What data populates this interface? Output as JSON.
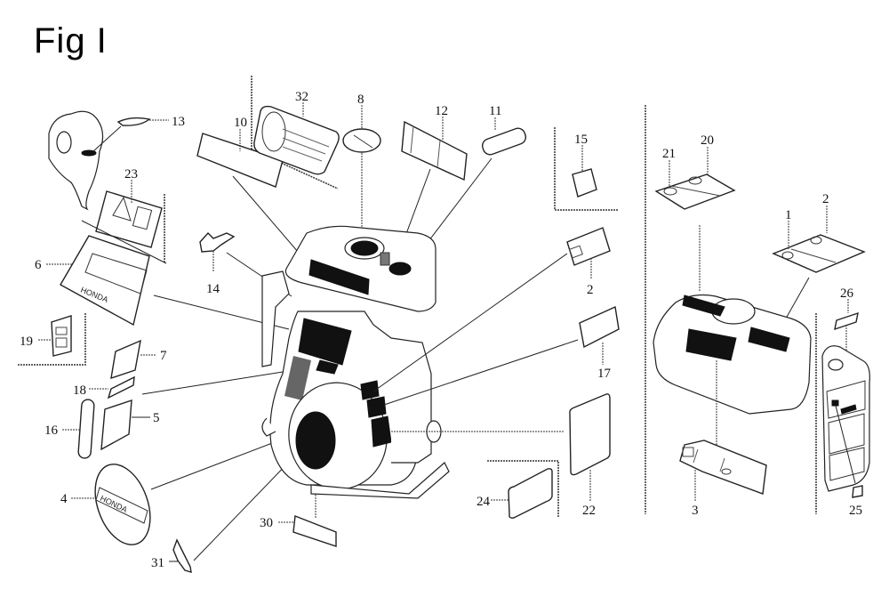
{
  "figure": {
    "title": "Fig I",
    "brand_text": "HONDA"
  },
  "callouts": [
    {
      "id": "1",
      "part": "decal-1"
    },
    {
      "id": "2",
      "part": "decal-2"
    },
    {
      "id": "3",
      "part": "decal-3"
    },
    {
      "id": "4",
      "part": "honda-emblem"
    },
    {
      "id": "5",
      "part": "label-5"
    },
    {
      "id": "6",
      "part": "honda-panel-label"
    },
    {
      "id": "7",
      "part": "label-7"
    },
    {
      "id": "8",
      "part": "fuel-cap-ring"
    },
    {
      "id": "10",
      "part": "tank-label-10"
    },
    {
      "id": "11",
      "part": "oval-label-11"
    },
    {
      "id": "12",
      "part": "tank-label-12"
    },
    {
      "id": "13",
      "part": "carburetor-label-13"
    },
    {
      "id": "14",
      "part": "arrow-label-14"
    },
    {
      "id": "15",
      "part": "label-15"
    },
    {
      "id": "16",
      "part": "strip-label-16"
    },
    {
      "id": "17",
      "part": "label-17"
    },
    {
      "id": "18",
      "part": "label-18"
    },
    {
      "id": "19",
      "part": "label-19"
    },
    {
      "id": "20",
      "part": "decal-20"
    },
    {
      "id": "21",
      "part": "decal-21"
    },
    {
      "id": "22",
      "part": "label-22"
    },
    {
      "id": "23",
      "part": "warning-label-23"
    },
    {
      "id": "24",
      "part": "label-24"
    },
    {
      "id": "25",
      "part": "label-25"
    },
    {
      "id": "26",
      "part": "label-26"
    },
    {
      "id": "30",
      "part": "label-30"
    },
    {
      "id": "31",
      "part": "arrow-label-31"
    },
    {
      "id": "32",
      "part": "air-cleaner-label-32"
    },
    {
      "id": "2b",
      "part": "decal-2-right"
    }
  ],
  "labels": {
    "c1": "1",
    "c2": "2",
    "c2r": "2",
    "c3": "3",
    "c4": "4",
    "c5": "5",
    "c6": "6",
    "c7": "7",
    "c8": "8",
    "c10": "10",
    "c11": "11",
    "c12": "12",
    "c13": "13",
    "c14": "14",
    "c15": "15",
    "c16": "16",
    "c17": "17",
    "c18": "18",
    "c19": "19",
    "c20": "20",
    "c21": "21",
    "c22": "22",
    "c23": "23",
    "c24": "24",
    "c25": "25",
    "c26": "26",
    "c30": "30",
    "c31": "31",
    "c32": "32"
  }
}
